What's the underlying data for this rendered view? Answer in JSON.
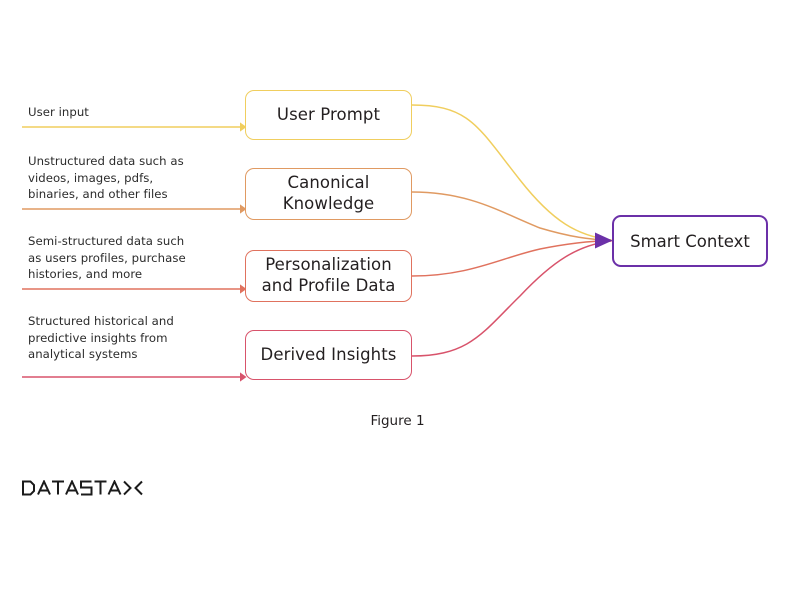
{
  "figure": {
    "caption": "Figure 1",
    "background_color": "#ffffff"
  },
  "brand": {
    "name": "DATASTAX",
    "color": "#1b1b1b"
  },
  "target_node": {
    "label": "Smart Context",
    "border_color": "#6b30a8",
    "arrowhead_color": "#6b30a8"
  },
  "sources": [
    {
      "id": "user-prompt",
      "label": "User Prompt",
      "caption": "User input",
      "color": "#f0ce5e"
    },
    {
      "id": "canonical",
      "label": "Canonical\nKnowledge",
      "caption": "Unstructured data such as\nvideos, images, pdfs,\nbinaries, and other files",
      "color": "#e09a62"
    },
    {
      "id": "personalization",
      "label": "Personalization\nand Profile Data",
      "caption": "Semi-structured data such\nas users profiles, purchase\nhistories, and more",
      "color": "#e0725e"
    },
    {
      "id": "derived",
      "label": "Derived Insights",
      "caption": "Structured historical and\npredictive insights from\nanalytical systems",
      "color": "#d8536b"
    }
  ]
}
